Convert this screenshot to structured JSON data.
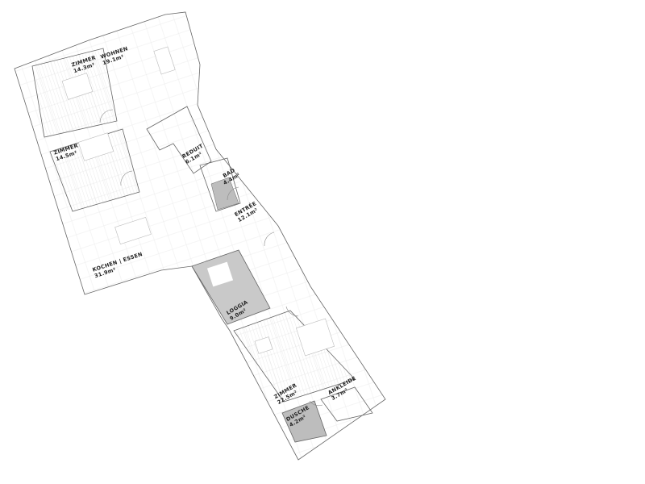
{
  "plan": {
    "rooms": [
      {
        "id": "zimmer-1",
        "name": "ZIMMER",
        "area": "14.3m²"
      },
      {
        "id": "wohnen",
        "name": "WOHNEN",
        "area": "19.1m²"
      },
      {
        "id": "zimmer-2",
        "name": "ZIMMER",
        "area": "14.5m²"
      },
      {
        "id": "reduit",
        "name": "REDUIT",
        "area": "6.1m²"
      },
      {
        "id": "bad",
        "name": "BAD",
        "area": "4.4m²"
      },
      {
        "id": "entree",
        "name": "ENTRÉE",
        "area": "12.1m²"
      },
      {
        "id": "kochen-essen",
        "name": "KOCHEN | ESSEN",
        "area": "31.9m²"
      },
      {
        "id": "loggia",
        "name": "LOGGIA",
        "area": "9.0m²"
      },
      {
        "id": "zimmer-3",
        "name": "ZIMMER",
        "area": "22.5m²"
      },
      {
        "id": "ankleide",
        "name": "ANKLEIDE",
        "area": "3.7m²"
      },
      {
        "id": "dusche",
        "name": "DUSCHE",
        "area": "4.2m²"
      }
    ],
    "colors": {
      "wall": "#555555",
      "wet": "#bdbdbd",
      "hatch": "#f2f2f2",
      "loggia": "#c9c9c9"
    }
  }
}
